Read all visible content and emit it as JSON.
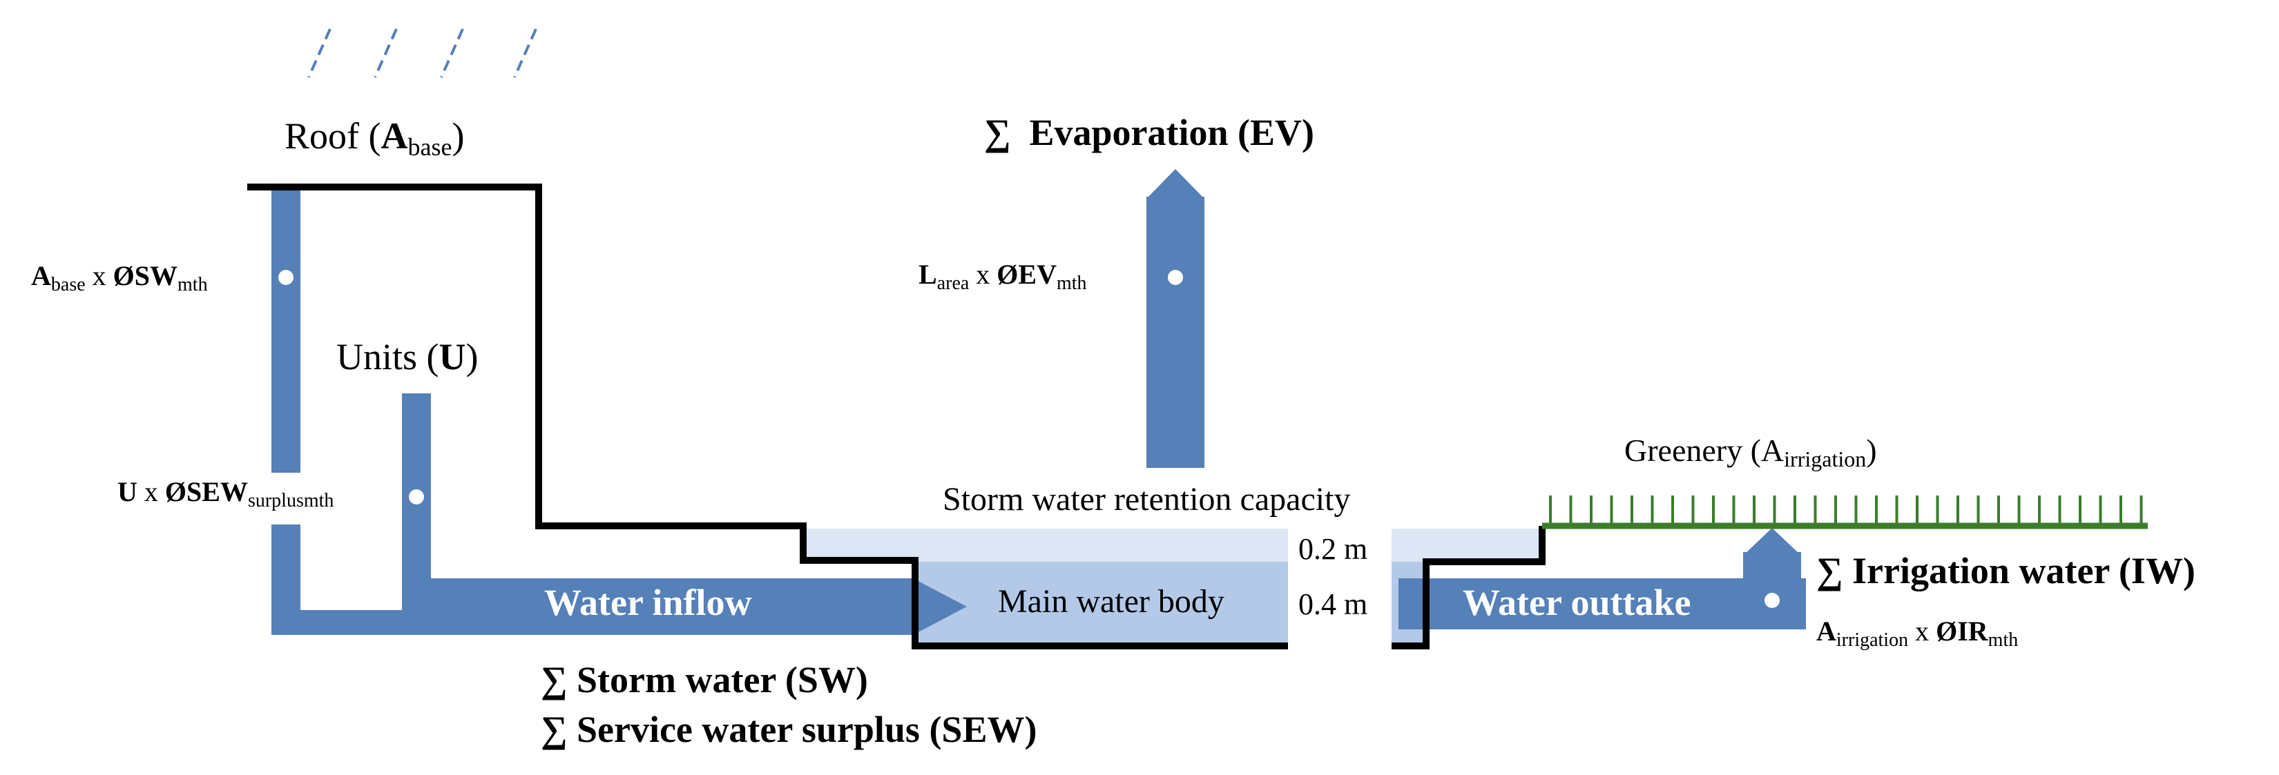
{
  "labels": {
    "roof": "Roof (",
    "roof_a": "A",
    "roof_sub": "base",
    "roof_close": ")",
    "units": "Units (",
    "units_u": "U",
    "units_close": ")",
    "evaporation_sum": "∑",
    "evaporation": "Evaporation (EV)",
    "greenery": "Greenery (A",
    "greenery_sub": "irrigation",
    "greenery_close": ")",
    "retention": "Storm water retention capacity",
    "depth_top": "0.2 m",
    "depth_bottom": "0.4 m",
    "water_inflow": "Water inflow",
    "main_water_body": "Main water body",
    "water_outtake": "Water outtake",
    "storm_water": "∑ Storm water (SW)",
    "service_water": "∑ Service water surplus (SEW)",
    "irrigation_water": "∑ Irrigation water (IW)"
  },
  "formulas": {
    "roof_a": "A",
    "roof_sub": "base",
    "roof_x": " x ",
    "roof_sw": "ØSW",
    "roof_mth": "mth",
    "units_u": "U",
    "units_x": " x ",
    "units_sew": "ØSEW",
    "units_sub": "surplusmth",
    "evap_l": "L",
    "evap_sub": "area",
    "evap_x": " x ",
    "evap_ev": "ØEV",
    "evap_mth": "mth",
    "irr_a": "A",
    "irr_sub": "irrigation",
    "irr_x": " x ",
    "irr_ir": "ØIR",
    "irr_mth": "mth"
  },
  "colors": {
    "pipe_blue": "#5580b8",
    "water_light": "#dce6f4",
    "water_mid": "#b4c9e8",
    "outline": "#000000",
    "greenery": "#3a7d2a",
    "rain": "#5580b8"
  }
}
